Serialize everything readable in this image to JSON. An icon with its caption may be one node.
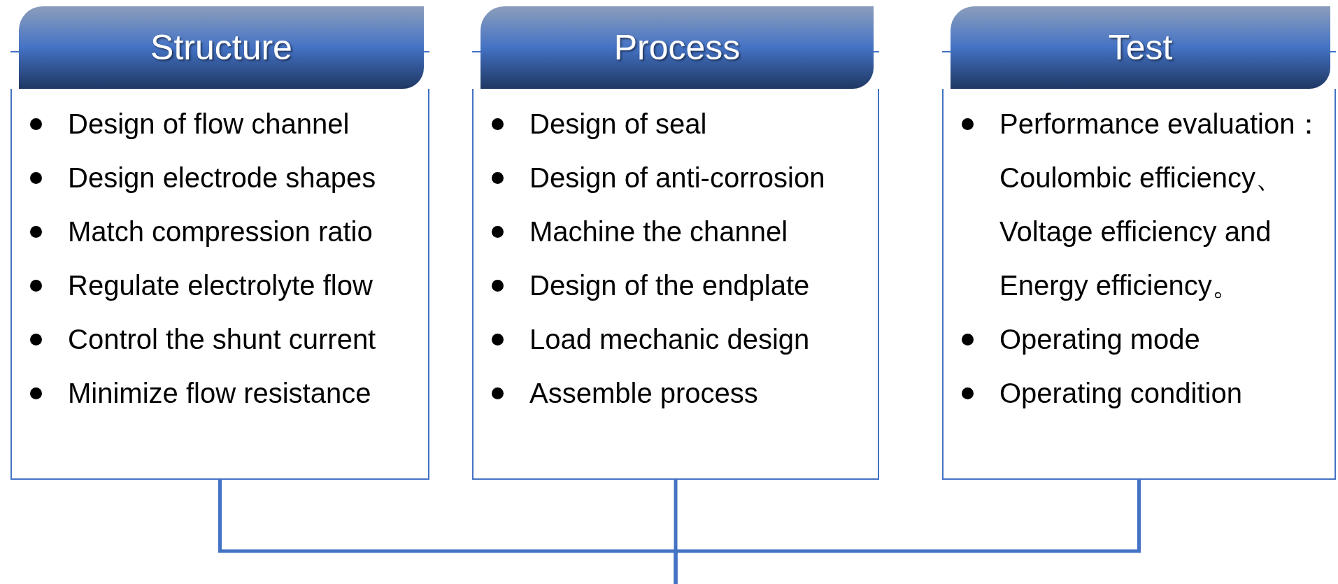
{
  "diagram": {
    "nodes": [
      {
        "text": [
          "Structure",
          "Design of flow channel",
          "Design electrode shapes",
          "Match compression ratio",
          "Regulate electrolyte flow",
          "Control the shunt current",
          "Minimize flow resistance"
        ]
      },
      {
        "text": [
          "Process",
          "Design of seal",
          "Design of anti-corrosion",
          "Machine the channel",
          "Design of the endplate",
          "Load mechanic design",
          "Assemble process"
        ]
      },
      {
        "text": [
          "Test",
          "Performance evaluation：Coulombic efficiency、Voltage efficiency and Energy efficiency。",
          "Operating mode",
          "Operating condition"
        ]
      }
    ],
    "edges": [
      {
        "from": 0,
        "to": null,
        "arrow": "none"
      },
      {
        "from": 1,
        "to": null,
        "arrow": "none"
      },
      {
        "from": 2,
        "to": null,
        "arrow": "none"
      }
    ]
  }
}
